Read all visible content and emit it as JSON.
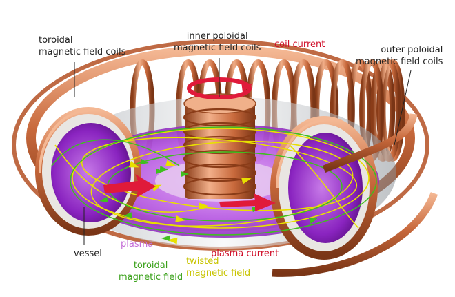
{
  "labels": {
    "toroidal_coils": "toroidal\nmagnetic field coils",
    "inner_poloidal": "inner poloidal\nmagnetic field coils",
    "coil_current": "coil current",
    "outer_poloidal": "outer poloidal\nmagnetic field coils",
    "vessel": "vessel",
    "plasma": "plasma",
    "plasma_current": "plasma current",
    "toroidal_field": "toroidal\nmagnetic field",
    "twisted_field": "twisted\nmagnetic field"
  },
  "colors": {
    "copper": "#c8693c",
    "copper_light": "#f0b08a",
    "copper_dark": "#7a3516",
    "plasma": "#9a2fd0",
    "plasma_light": "#d98af0",
    "field_green": "#3fbf1f",
    "field_yellow": "#e8e000",
    "current_red": "#e01a3a",
    "label_dark": "#222222",
    "label_red": "#d0102a",
    "label_pink": "#c46cd8",
    "label_green": "#3aa11a",
    "label_yellow": "#c8c400"
  }
}
